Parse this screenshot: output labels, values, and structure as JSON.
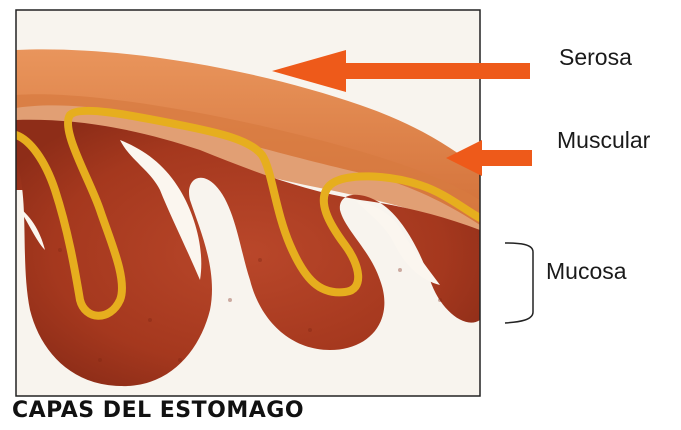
{
  "title": "CAPAS DEL ESTOMAGO",
  "labels": {
    "serosa": "Serosa",
    "muscular": "Muscular",
    "mucosa": "Mucosa"
  },
  "colors": {
    "arrow": "#ee5a1a",
    "serosa_layer": "#e08a52",
    "muscular_layer": "#d97a3e",
    "submucosa_line": "#e9b323",
    "mucosa_tissue": "#a8391f",
    "frame": "#222222"
  }
}
